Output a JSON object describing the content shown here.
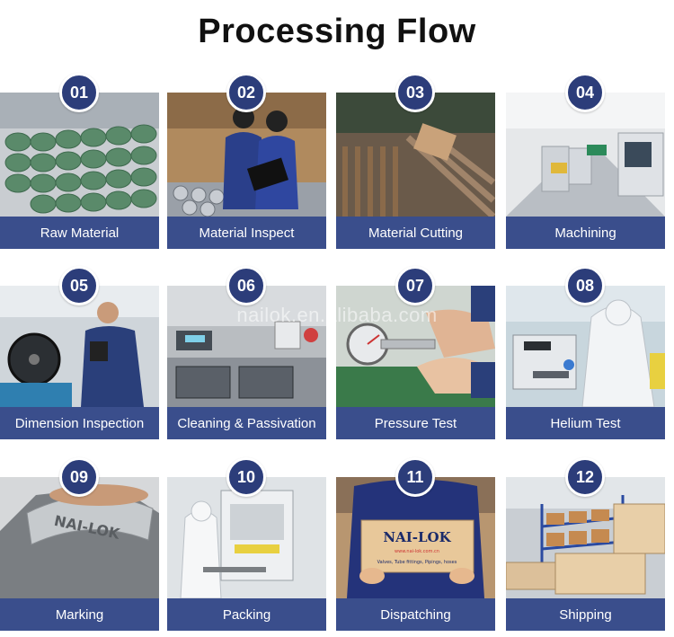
{
  "title": "Processing Flow",
  "watermark": "nailok.en.alibaba.com",
  "colors": {
    "badge": "#2c3d7a",
    "caption": "#3a4e8c"
  },
  "steps": [
    {
      "num": "01",
      "label": "Raw Material",
      "scene": "pipe-bundles"
    },
    {
      "num": "02",
      "label": "Material Inspect",
      "scene": "workers-inspecting"
    },
    {
      "num": "03",
      "label": "Material Cutting",
      "scene": "cut-rods"
    },
    {
      "num": "04",
      "label": "Machining",
      "scene": "cnc-machines"
    },
    {
      "num": "05",
      "label": "Dimension Inspection",
      "scene": "worker-measuring"
    },
    {
      "num": "06",
      "label": "Cleaning & Passivation",
      "scene": "cleaning-tanks"
    },
    {
      "num": "07",
      "label": "Pressure Test",
      "scene": "pressure-gauge"
    },
    {
      "num": "08",
      "label": "Helium Test",
      "scene": "helium-tester"
    },
    {
      "num": "09",
      "label": "Marking",
      "scene": "marked-fitting"
    },
    {
      "num": "10",
      "label": "Packing",
      "scene": "cleanroom-packing"
    },
    {
      "num": "11",
      "label": "Dispatching",
      "scene": "nai-lok-box"
    },
    {
      "num": "12",
      "label": "Shipping",
      "scene": "warehouse-crates"
    }
  ],
  "box_print": {
    "brand": "NAI-LOK",
    "url": "www.nai-lok.com.cn",
    "products": "Valves, Tube fittings, Pipings, hoses"
  },
  "marking_text": "NAI-LOK"
}
